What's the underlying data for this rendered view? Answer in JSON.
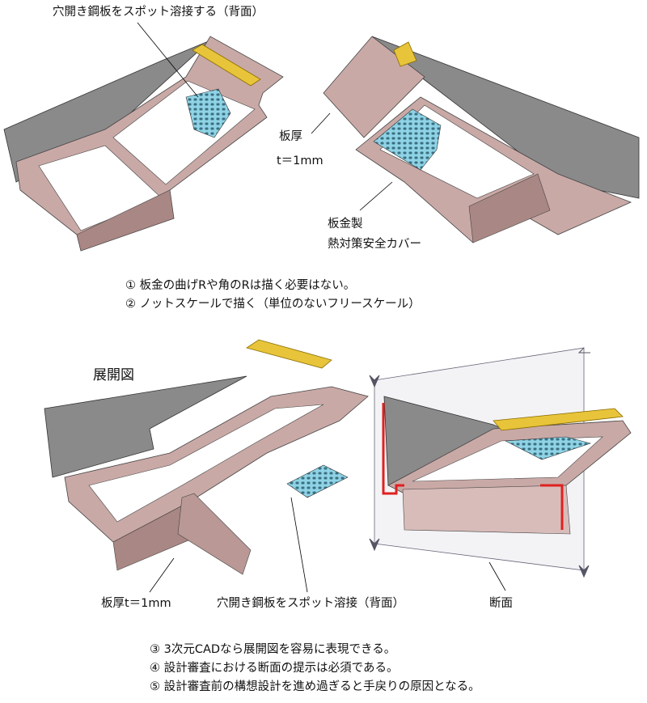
{
  "top_left": {
    "callout": "穴開き鋼板をスポット溶接する（背面）"
  },
  "top_right": {
    "thickness_label": "板厚",
    "thickness_value": "t＝1mm",
    "cover_label_1": "板金製",
    "cover_label_2": "熱対策安全カバー"
  },
  "notes_top": [
    "① 板金の曲げRや角のRは描く必要はない。",
    "② ノットスケールで描く（単位のないフリースケール）"
  ],
  "bottom_left": {
    "title": "展開図",
    "thickness": "板厚t＝1mm",
    "callout": "穴開き鋼板をスポット溶接（背面）"
  },
  "bottom_right": {
    "section_label": "断面"
  },
  "notes_bottom": [
    "③ 3次元CADなら展開図を容易に表現できる。",
    "④ 設計審査における断面の提示は必須である。",
    "⑤ 設計審査前の構想設計を進め過ぎると手戻りの原因となる。"
  ],
  "colors": {
    "panel": "#8a8a8a",
    "frame": "#c9a9a6",
    "frame_dark": "#a98784",
    "mesh": "#8fd3e6",
    "bracket": "#e8c43a",
    "section": "#e02020"
  }
}
